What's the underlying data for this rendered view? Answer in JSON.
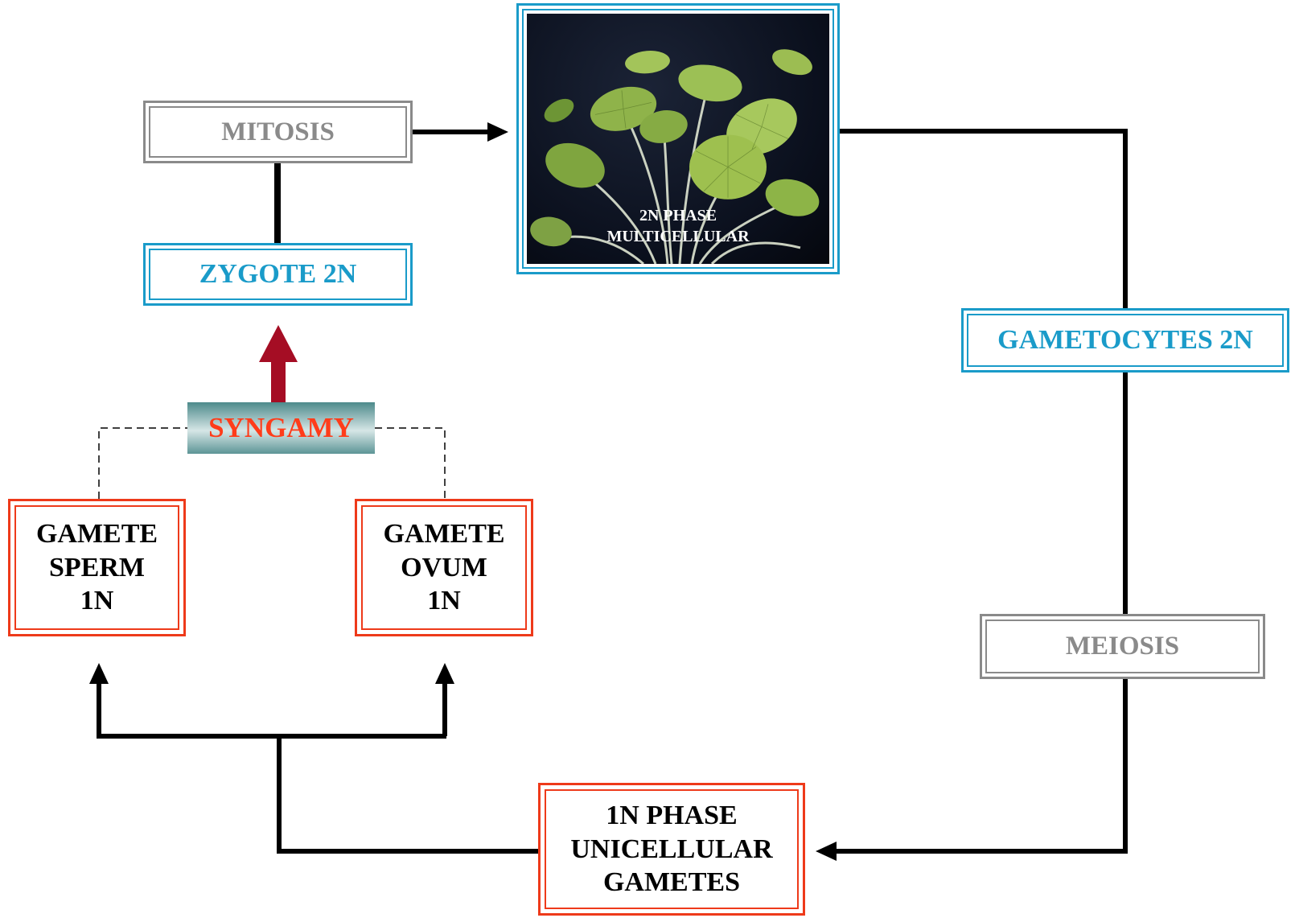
{
  "nodes": {
    "mitosis": "MITOSIS",
    "zygote": "ZYGOTE 2N",
    "syngamy": "SYNGAMY",
    "gamete_sperm": [
      "GAMETE",
      "SPERM",
      "1N"
    ],
    "gamete_ovum": [
      "GAMETE",
      "OVUM",
      "1N"
    ],
    "phase_2n": [
      "2N PHASE",
      "MULTICELLULAR"
    ],
    "gametocytes": "GAMETOCYTES 2N",
    "meiosis": "MEIOSIS",
    "phase_1n": [
      "1N PHASE",
      "UNICELLULAR",
      "GAMETES"
    ]
  },
  "colors": {
    "blue_frame": "#1a9bc9",
    "gray_frame": "#8a8a8a",
    "red_frame": "#ee3a1a",
    "syngamy_text": "#ff3c1a",
    "syngamy_arrow": "#a50d24",
    "connector": "#000000"
  }
}
